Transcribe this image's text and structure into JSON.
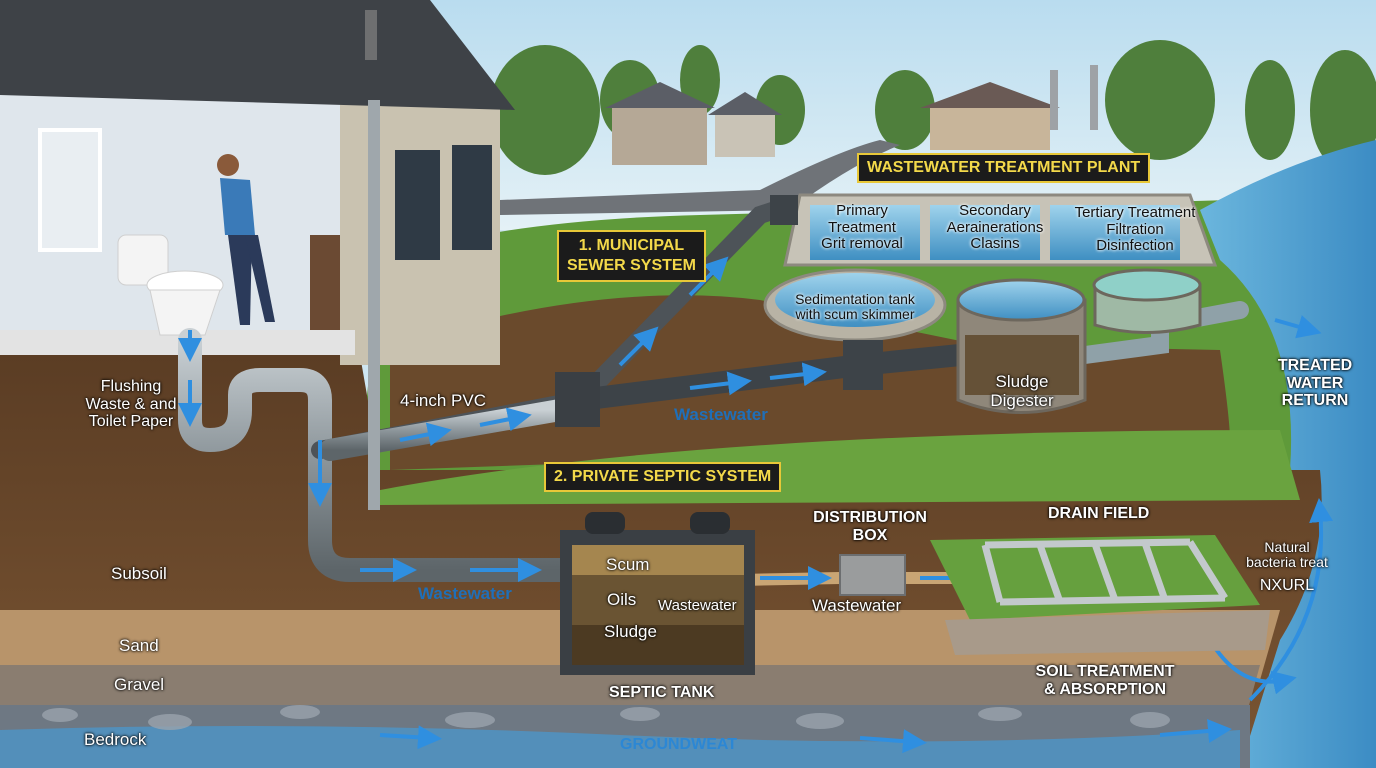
{
  "sections": {
    "municipal": {
      "line1": "1. MUNICIPAL",
      "line2": "SEWER SYSTEM"
    },
    "septic": "2. PRIVATE SEPTIC SYSTEM",
    "plant": "WASTEWATER TREATMENT PLANT"
  },
  "house": {
    "flushing": [
      "Flushing",
      "Waste & and",
      "Toilet Paper"
    ],
    "pvc": "4-inch PVC"
  },
  "plant_stages": {
    "primary": [
      "Primary",
      "Treatment",
      "Grit removal"
    ],
    "secondary": [
      "Secondary",
      "Aerainerations",
      "Clasins"
    ],
    "tertiary": [
      "Tertiary Treatment",
      "Filtration",
      "Disinfection"
    ],
    "sedimentation": [
      "Sedimentation tank",
      "with scum skimmer"
    ],
    "digester": [
      "Sludge",
      "Digester"
    ],
    "treated": [
      "TREATED",
      "WATER",
      "RETURN"
    ]
  },
  "flow": {
    "wastewater_sewer": "Wastewater",
    "wastewater_pipe": "Wastewater",
    "wastewater_tank": "Wastewater",
    "wastewater_box": "Wastewater"
  },
  "septic_tank": {
    "layers": [
      "Scum",
      "Oils",
      "Sludge"
    ],
    "label": "SEPTIC TANK"
  },
  "distribution_box": [
    "DISTRIBUTION",
    "BOX"
  ],
  "drain_field": "DRAIN FIELD",
  "bacteria": [
    "Natural",
    "bacteria treat",
    "NXURL"
  ],
  "soil_treatment": [
    "SOIL TREATMENT",
    "& ABSORPTION"
  ],
  "soil_layers": [
    "Subsoil",
    "Sand",
    "Gravel",
    "Bedrock"
  ],
  "groundwater": "GROUNDWEAT",
  "colors": {
    "sky": "#cfe6f2",
    "grass": "#5f9a3a",
    "soil": "#6b4a2e",
    "sand": "#b8946a",
    "gravel": "#8a7d70",
    "water": "#4aa3d8",
    "pipe": "#9aa3a8",
    "label_box": "#1b1b1b",
    "label_text": "#f3d94a"
  }
}
